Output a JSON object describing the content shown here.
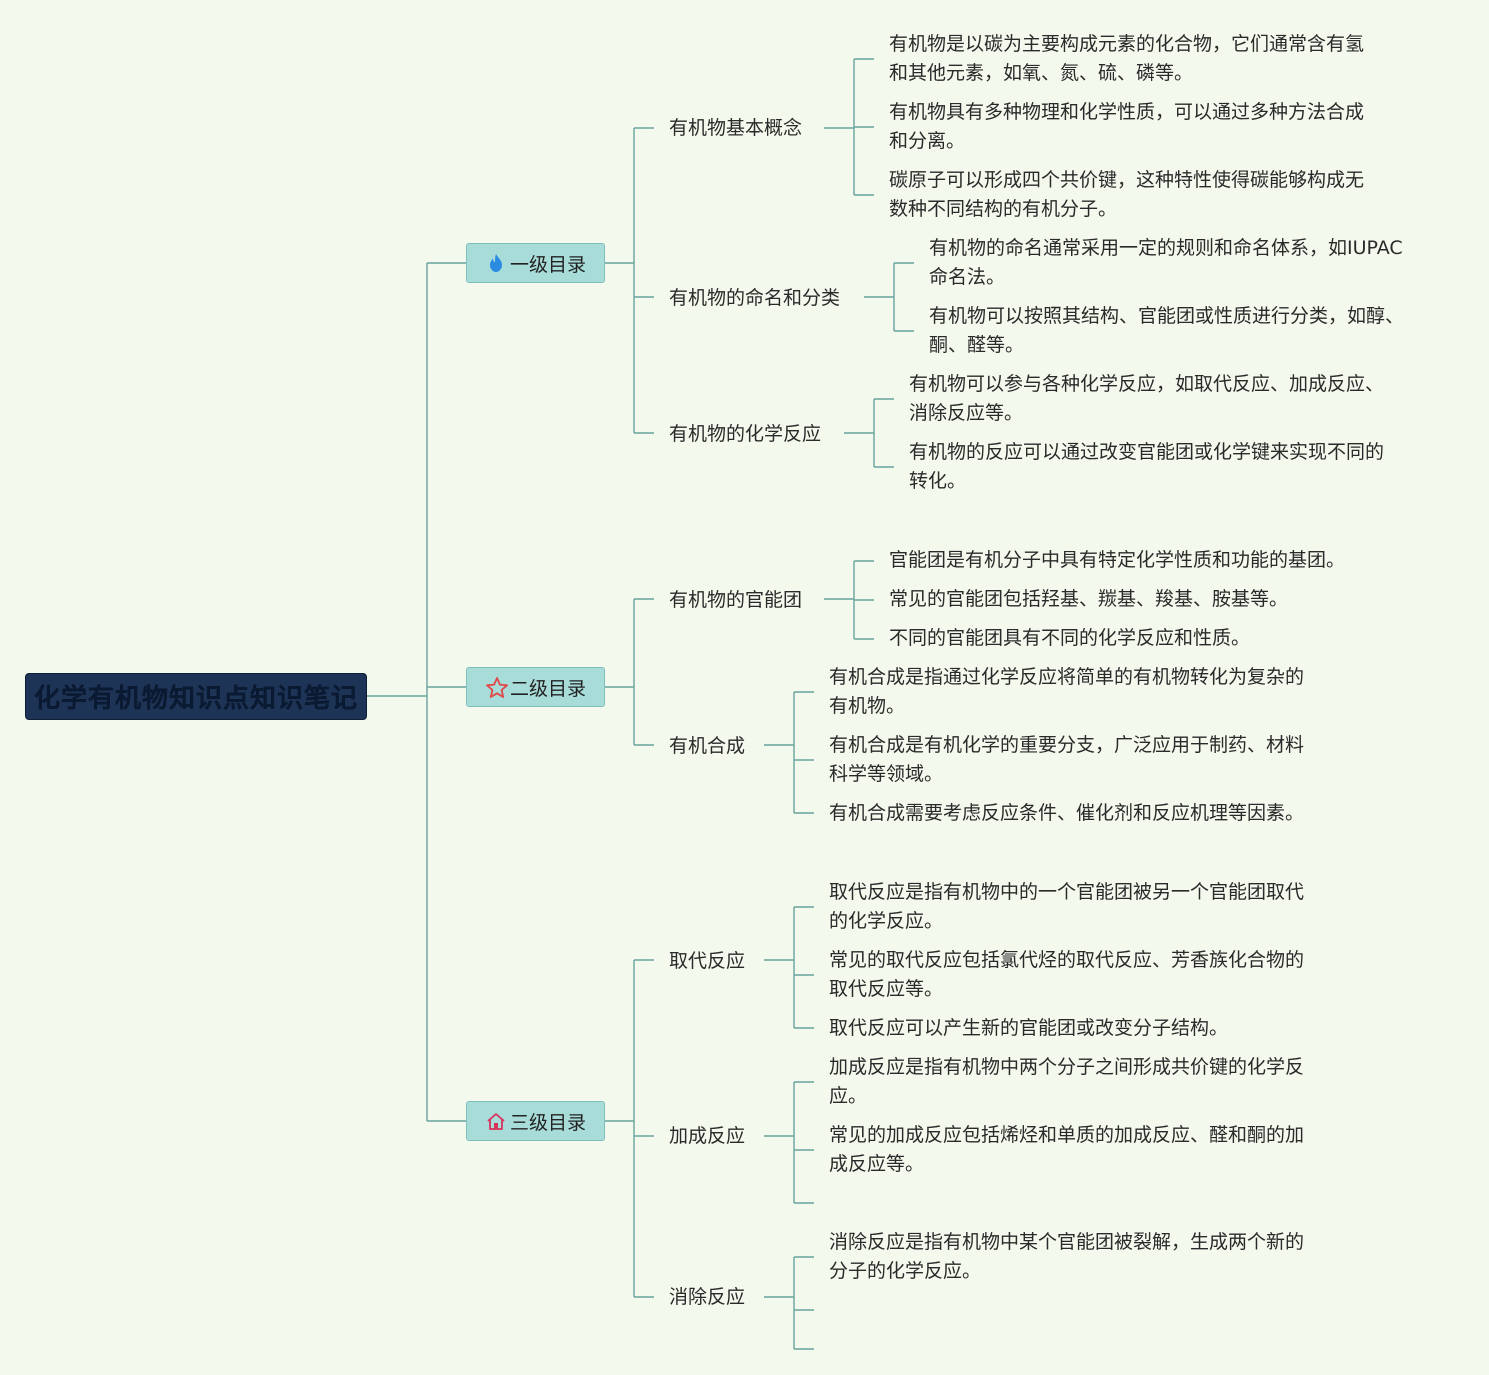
{
  "root": {
    "title": "化学有机物知识点知识笔记"
  },
  "sections": [
    {
      "label": "一级目录",
      "icon": "fire-icon",
      "children": [
        {
          "label": "有机物基本概念",
          "leaves": [
            [
              "有机物是以碳为主要构成元素的化合物，它们通常含有氢",
              "和其他元素，如氧、氮、硫、磷等。"
            ],
            [
              "有机物具有多种物理和化学性质，可以通过多种方法合成",
              "和分离。"
            ],
            [
              "碳原子可以形成四个共价键，这种特性使得碳能够构成无",
              "数种不同结构的有机分子。"
            ]
          ]
        },
        {
          "label": "有机物的命名和分类",
          "leaves": [
            [
              "有机物的命名通常采用一定的规则和命名体系，如IUPAC",
              "命名法。"
            ],
            [
              "有机物可以按照其结构、官能团或性质进行分类，如醇、",
              "酮、醛等。"
            ]
          ]
        },
        {
          "label": "有机物的化学反应",
          "leaves": [
            [
              "有机物可以参与各种化学反应，如取代反应、加成反应、",
              "消除反应等。"
            ],
            [
              "有机物的反应可以通过改变官能团或化学键来实现不同的",
              "转化。"
            ]
          ]
        }
      ]
    },
    {
      "label": "二级目录",
      "icon": "star-icon",
      "children": [
        {
          "label": "有机物的官能团",
          "leaves": [
            [
              "官能团是有机分子中具有特定化学性质和功能的基团。"
            ],
            [
              "常见的官能团包括羟基、羰基、羧基、胺基等。"
            ],
            [
              "不同的官能团具有不同的化学反应和性质。"
            ]
          ]
        },
        {
          "label": "有机合成",
          "leaves": [
            [
              "有机合成是指通过化学反应将简单的有机物转化为复杂的",
              "有机物。"
            ],
            [
              "有机合成是有机化学的重要分支，广泛应用于制药、材料",
              "科学等领域。"
            ],
            [
              "有机合成需要考虑反应条件、催化剂和反应机理等因素。"
            ]
          ]
        }
      ]
    },
    {
      "label": "三级目录",
      "icon": "home-icon",
      "children": [
        {
          "label": "取代反应",
          "leaves": [
            [
              "取代反应是指有机物中的一个官能团被另一个官能团取代",
              "的化学反应。"
            ],
            [
              "常见的取代反应包括氯代烃的取代反应、芳香族化合物的",
              "取代反应等。"
            ],
            [
              "取代反应可以产生新的官能团或改变分子结构。"
            ]
          ]
        },
        {
          "label": "加成反应",
          "leaves": [
            [
              "加成反应是指有机物中两个分子之间形成共价键的化学反",
              "应。"
            ],
            [
              "常见的加成反应包括烯烃和单质的加成反应、醛和酮的加",
              "成反应等。"
            ],
            []
          ]
        },
        {
          "label": "消除反应",
          "leaves": [
            [
              "消除反应是指有机物中某个官能团被裂解，生成两个新的",
              "分子的化学反应。"
            ],
            [],
            []
          ]
        }
      ]
    }
  ],
  "colors": {
    "background": "#f3f9ed",
    "line": "#6aa39e",
    "root_fill": "#1d3457",
    "section_fill": "#a8dcd9",
    "fire": "#2b8be0",
    "star": "#e04848",
    "home": "#d8315b"
  }
}
